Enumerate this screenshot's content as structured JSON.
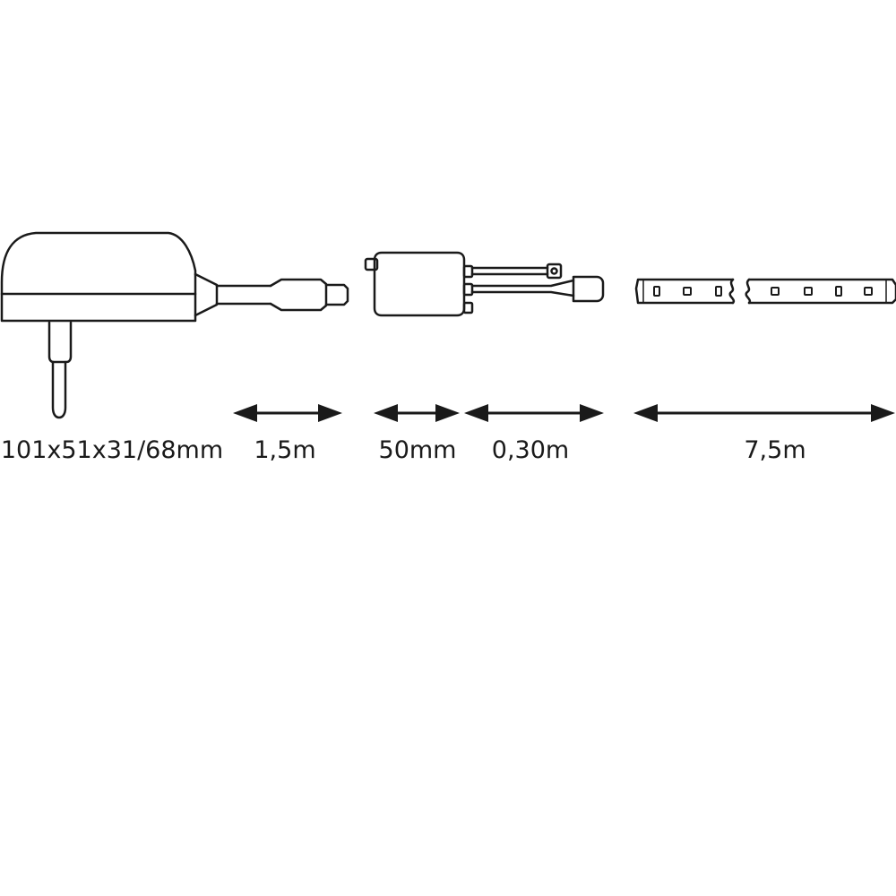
{
  "colors": {
    "background": "#ffffff",
    "line": "#1a1a1a"
  },
  "components": [
    {
      "id": "power-adapter"
    },
    {
      "id": "adapter-cable"
    },
    {
      "id": "controller-box"
    },
    {
      "id": "connector-lead"
    },
    {
      "id": "led-strip"
    }
  ],
  "dimensions": {
    "adapter_size": "101x51x31/68mm",
    "adapter_cable_length": "1,5m",
    "controller_length": "50mm",
    "lead_length": "0,30m",
    "strip_length": "7,5m"
  }
}
